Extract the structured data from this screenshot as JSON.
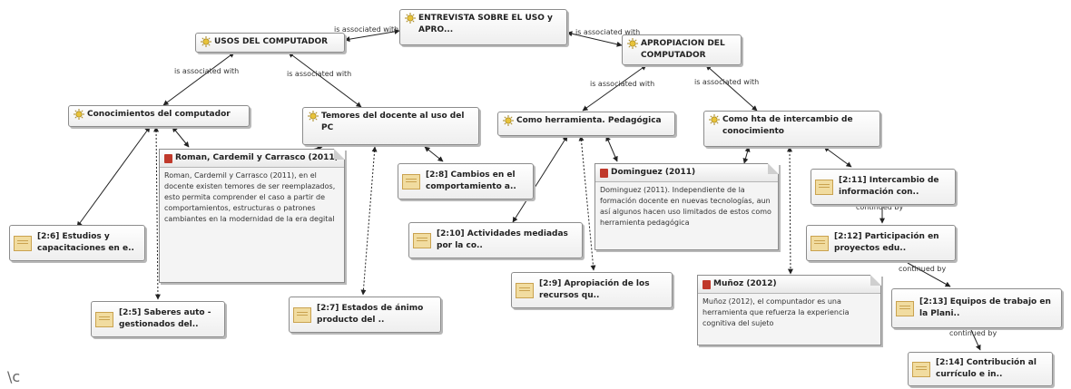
{
  "nodes": {
    "entrevista": "ENTREVISTA SOBRE EL USO y APRO...",
    "usos": "USOS DEL COMPUTADOR",
    "apropiacion": "APROPIACION DEL COMPUTADOR",
    "conocimientos": "Conocimientos del computador",
    "temores": "Temores del docente al uso del PC",
    "herramienta": "Como herramienta. Pedagógica",
    "intercambio": "Como hta de intercambio de conocimiento",
    "q26": "[2:6] Estudios y capacitaciones en e..",
    "q25": "[2:5] Saberes auto - gestionados del..",
    "q28": "[2:8] Cambios en el comportamiento a..",
    "q27": "[2:7] Estados de ánimo producto del ..",
    "q210": "[2:10] Actividades mediadas por la co..",
    "q29": "[2:9] Apropiación de los recursos qu..",
    "q211": "[2:11] Intercambio de información con..",
    "q212": "[2:12] Participación en proyectos edu..",
    "q213": "[2:13] Equipos de trabajo en la Plani..",
    "q214": "[2:14] Contribución al currículo e in.."
  },
  "memos": {
    "roman": {
      "title": "Roman, Cardemil y Carrasco (2011)",
      "body": "Roman, Cardemil y Carrasco (2011), en el docente existen temores de ser reemplazados, esto permita comprender el caso a partir de comportamientos, estructuras o patrones cambiantes en la modernidad de la era degital"
    },
    "dominguez": {
      "title": "Dominguez (2011)",
      "body": "Dominguez (2011). Independiente de la formación docente en nuevas tecnologías, aun así algunos hacen uso limitados de estos como herramienta pedagógica"
    },
    "munoz": {
      "title": "Muñoz (2012)",
      "body": "Muñoz (2012), el compuntador es una herramienta que refuerza la experiencia cognitiva del sujeto"
    }
  },
  "edge_labels": {
    "l1": "is associated with",
    "l2": "is associated with",
    "l3": "is associated with",
    "l4": "is associated with",
    "l5": "is associated with",
    "l6": "is associated with",
    "c1": "continued by",
    "c2": "continued by",
    "c3": "continued by"
  },
  "corner_mark": "\\c",
  "colors": {
    "node_border": "#8c8c8c",
    "code_icon": "#e8c33a",
    "quote_icon": "#f1dca0",
    "memo_icon": "#c0392b",
    "edge": "#222222"
  },
  "icons": {
    "code": "code-sun-icon",
    "quote": "quotation-icon",
    "memo": "memo-book-icon"
  }
}
